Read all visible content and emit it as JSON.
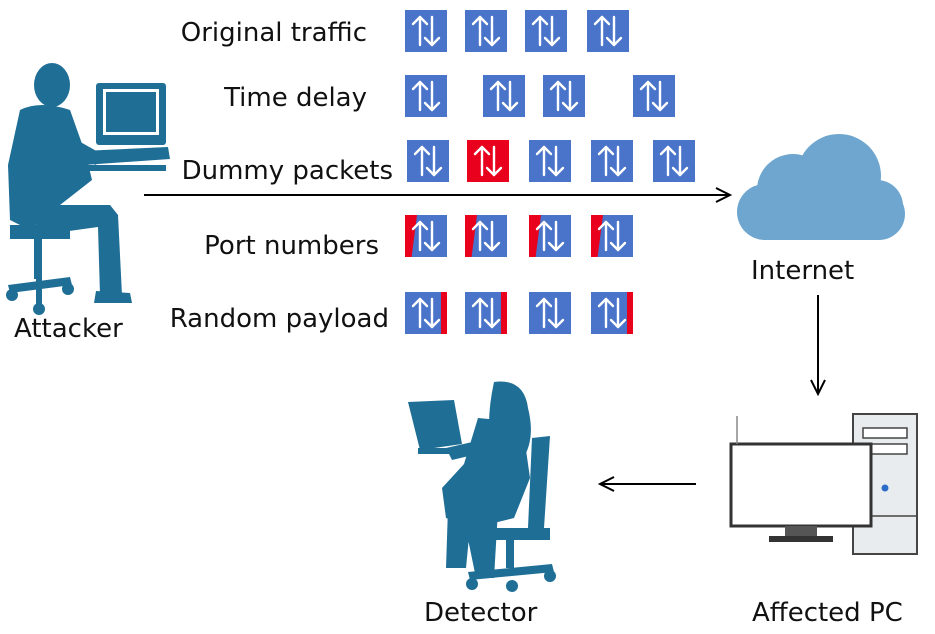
{
  "labels": {
    "attacker": "Attacker",
    "internet": "Internet",
    "detector": "Detector",
    "affected_pc": "Affected PC"
  },
  "colors": {
    "packet_blue": "#4a74c9",
    "packet_red": "#e8001c",
    "silhouette": "#1f6e96",
    "cloud": "#6fa6cf",
    "arrow": "#000000"
  },
  "rows": [
    {
      "label": "Original traffic",
      "packets": [
        {
          "variant": "plain"
        },
        {
          "variant": "plain"
        },
        {
          "variant": "plain"
        },
        {
          "variant": "plain"
        }
      ]
    },
    {
      "label": "Time delay",
      "packets": [
        {
          "variant": "plain"
        },
        {
          "variant": "plain"
        },
        {
          "variant": "plain"
        },
        {
          "variant": "plain"
        }
      ]
    },
    {
      "label": "Dummy packets",
      "packets": [
        {
          "variant": "plain"
        },
        {
          "variant": "dummy"
        },
        {
          "variant": "plain"
        },
        {
          "variant": "plain"
        },
        {
          "variant": "plain"
        }
      ]
    },
    {
      "label": "Port numbers",
      "packets": [
        {
          "variant": "port"
        },
        {
          "variant": "port"
        },
        {
          "variant": "port"
        },
        {
          "variant": "port"
        }
      ]
    },
    {
      "label": "Random payload",
      "packets": [
        {
          "variant": "payload"
        },
        {
          "variant": "payload"
        },
        {
          "variant": "plain"
        },
        {
          "variant": "payload"
        }
      ]
    }
  ]
}
